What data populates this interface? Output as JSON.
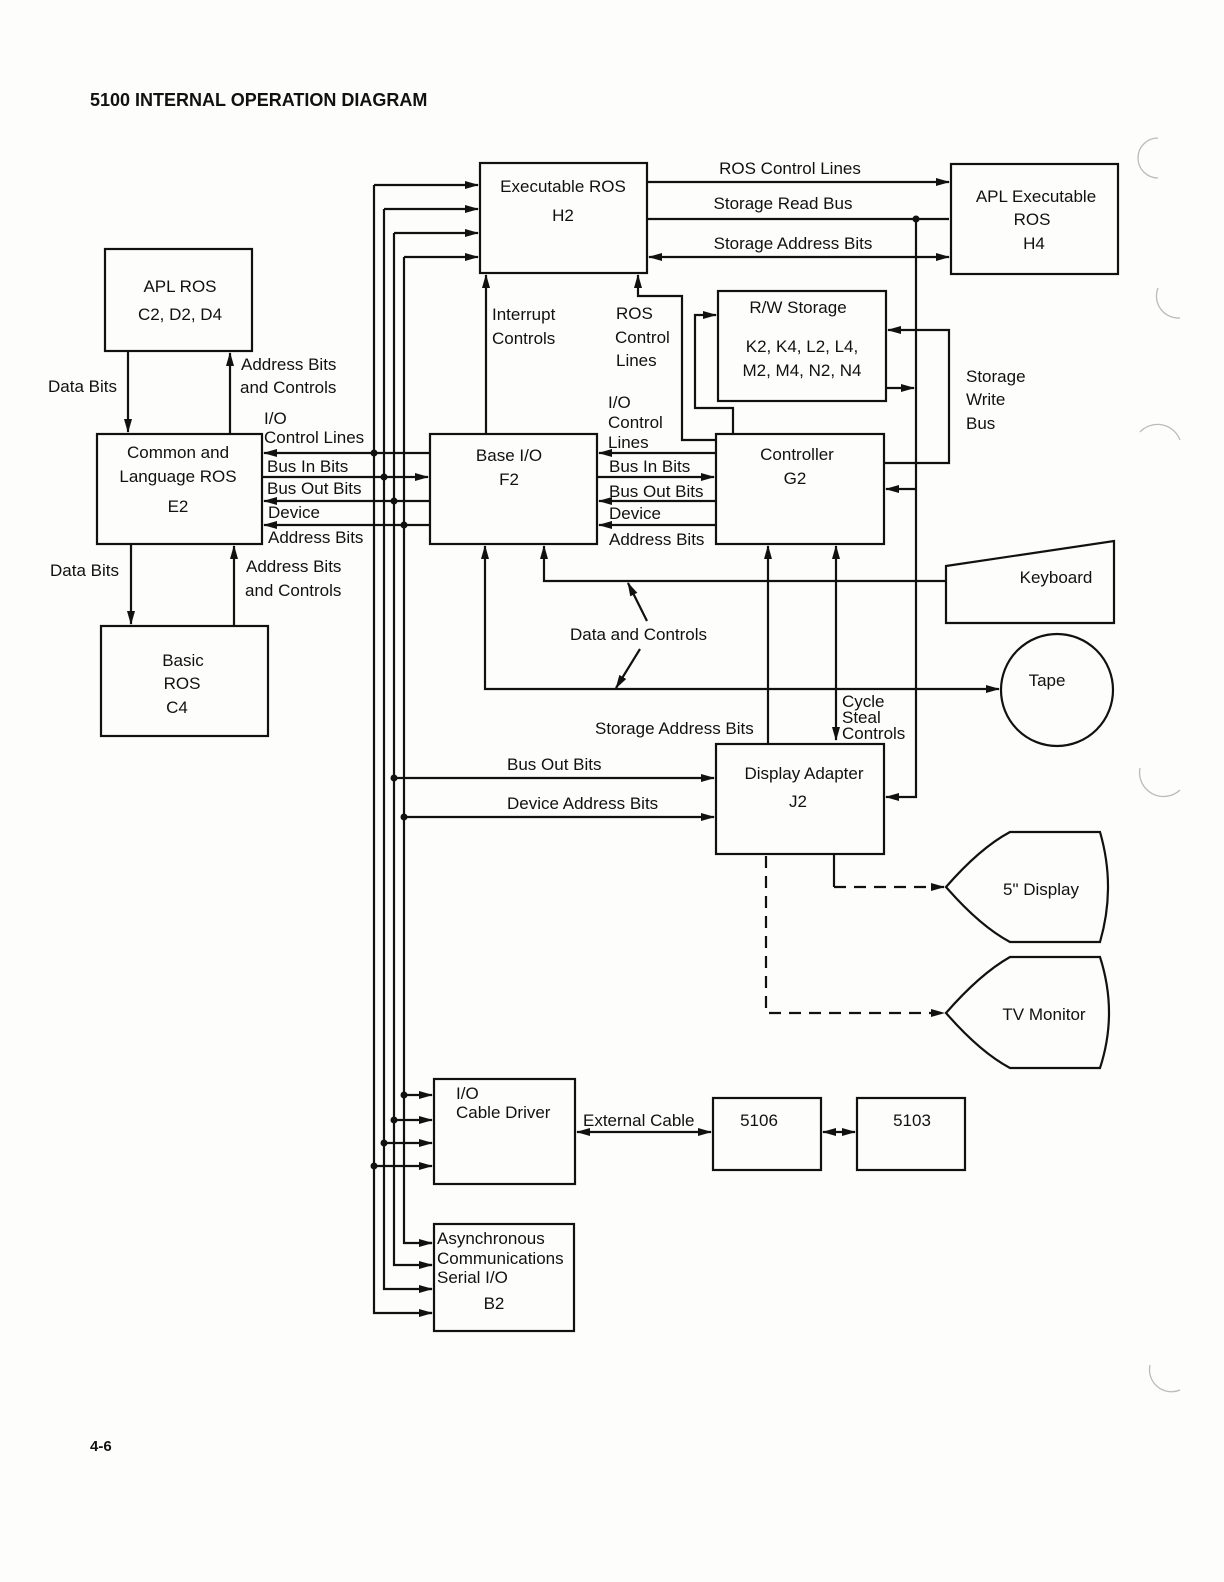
{
  "title": "5100 INTERNAL OPERATION DIAGRAM",
  "page_number": "4-6",
  "blocks": {
    "exec_ros": [
      "Executable ROS",
      "H2"
    ],
    "apl_exec_ros": [
      "APL Executable",
      "ROS",
      "H4"
    ],
    "apl_ros": [
      "APL ROS",
      "C2, D2, D4"
    ],
    "rw_storage": [
      "R/W Storage",
      "K2, K4, L2, L4,",
      "M2, M4, N2, N4"
    ],
    "common_ros": [
      "Common and",
      "Language ROS",
      "E2"
    ],
    "base_io": [
      "Base I/O",
      "F2"
    ],
    "controller": [
      "Controller",
      "G2"
    ],
    "basic_ros": [
      "Basic",
      "ROS",
      "C4"
    ],
    "keyboard": "Keyboard",
    "tape": "Tape",
    "display_adapter": [
      "Display Adapter",
      "J2"
    ],
    "display5": "5\" Display",
    "tv_monitor": "TV Monitor",
    "io_cable_driver": [
      "I/O",
      "Cable Driver"
    ],
    "m5106": "5106",
    "m5103": "5103",
    "async_comm": [
      "Asynchronous",
      "Communications",
      "Serial I/O",
      "B2"
    ]
  },
  "labels": {
    "ros_control_lines": "ROS Control Lines",
    "storage_read_bus": "Storage Read Bus",
    "storage_address_bits_top": "Storage Address Bits",
    "interrupt_controls": [
      "Interrupt",
      "Controls"
    ],
    "ros_control_lines_v": [
      "ROS",
      "Control",
      "Lines"
    ],
    "storage_write_bus": [
      "Storage",
      "Write",
      "Bus"
    ],
    "data_bits_upper": "Data Bits",
    "address_bits_controls_upper": [
      "Address Bits",
      "and Controls"
    ],
    "io_control_lines_left": [
      "I/O",
      "Control Lines"
    ],
    "bus_in_bits_left": "Bus In Bits",
    "bus_out_bits_left": "Bus Out Bits",
    "device_address_left": [
      "Device",
      "Address Bits"
    ],
    "io_control_lines_right": [
      "I/O",
      "Control",
      "Lines"
    ],
    "bus_in_bits_right": "Bus In Bits",
    "bus_out_bits_right": "Bus Out Bits",
    "device_address_right": [
      "Device",
      "Address Bits"
    ],
    "data_bits_lower": "Data Bits",
    "address_bits_controls_lower": [
      "Address Bits",
      "and Controls"
    ],
    "data_and_controls": "Data and Controls",
    "storage_address_bits_mid": "Storage Address Bits",
    "cycle_steal_controls": [
      "Cycle",
      "Steal",
      "Controls"
    ],
    "bus_out_bits_lower": "Bus Out Bits",
    "device_address_bits_lower": "Device Address Bits",
    "external_cable": "External Cable"
  }
}
